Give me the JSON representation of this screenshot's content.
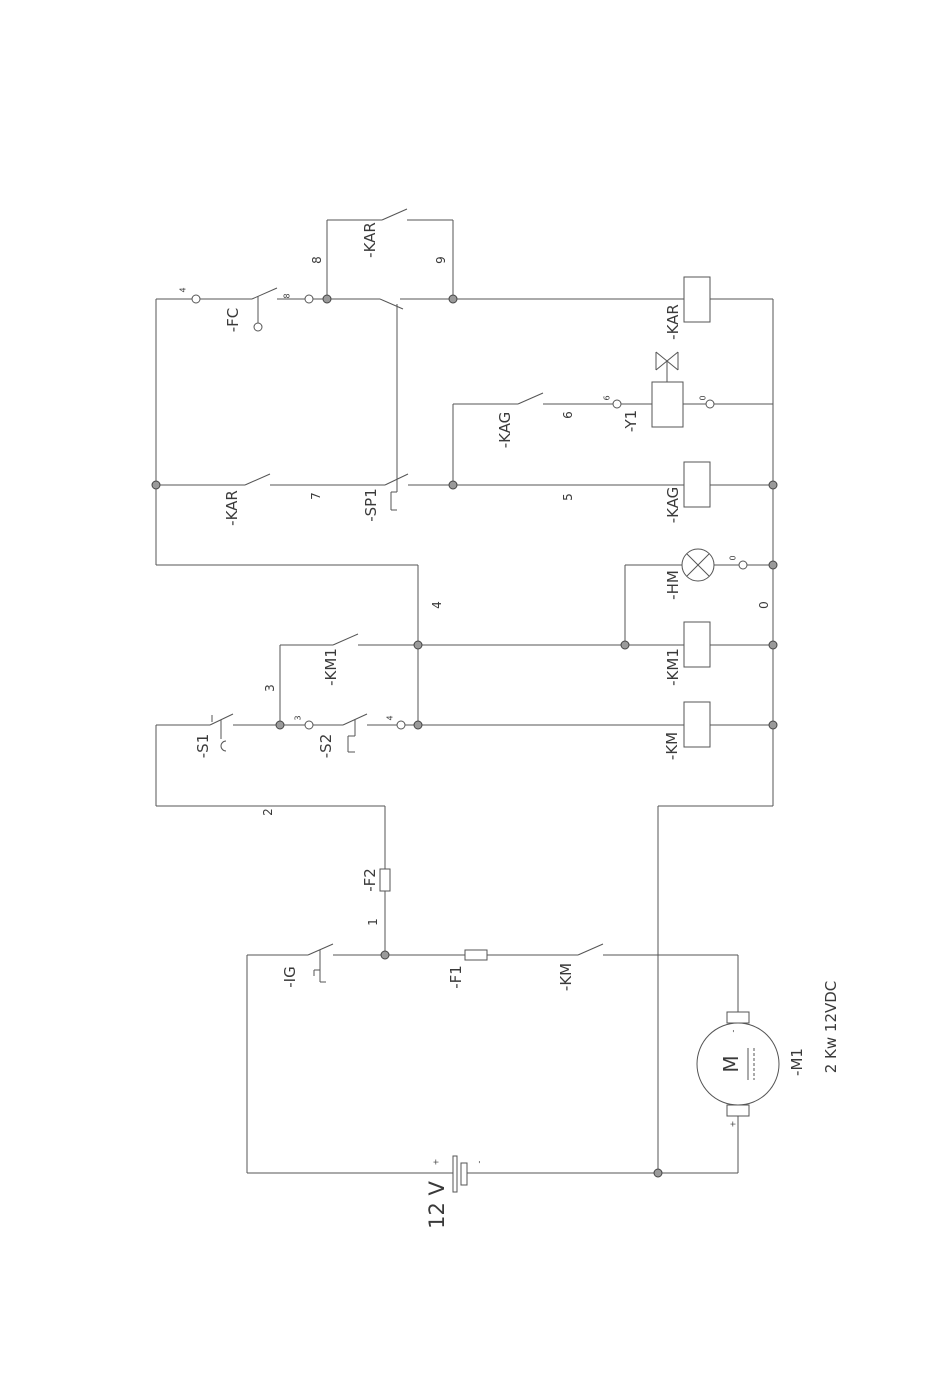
{
  "diagram": {
    "components": {
      "fc": "-FC",
      "kar_hold": "-KAR",
      "kar_coil": "-KAR",
      "kag_contact": "-KAG",
      "y1": "-Y1",
      "kar_contact": "-KAR",
      "sp1": "-SP1",
      "kag_coil": "-KAG",
      "hm": "-HM",
      "km1_contact": "-KM1",
      "km1_coil": "-KM1",
      "s1": "-S1",
      "s2": "-S2",
      "km_coil": "-KM",
      "f2": "-F2",
      "ig": "-IG",
      "f1": "-F1",
      "km_contact": "-KM",
      "m1": "-M1"
    },
    "wire_numbers": {
      "fc_in_4": "4",
      "fc_out_8": "8",
      "hold_in_8": "8",
      "hold_out_9": "9",
      "y1_terminal_6": "6",
      "kag_out_6": "6",
      "y1_terminal_0": "0",
      "kar_out_7": "7",
      "sp1_out_5": "5",
      "hm_terminal_0": "0",
      "bus_4": "4",
      "bus_0": "0",
      "km1_hold_3": "3",
      "s2_in_3": "3",
      "s2_out_4": "4",
      "s1_feed_2": "2",
      "f2_feed_1": "1"
    },
    "motor": {
      "symbol": "M",
      "terminal_minus": "-",
      "terminal_plus": "+",
      "rating": "2 Kw 12VDC"
    },
    "battery": {
      "terminal_plus": "+",
      "terminal_minus": "-",
      "voltage": "12 V"
    }
  },
  "colors": {
    "line": "#555555",
    "text": "#3a3a3a",
    "node": "#9a9a9a"
  }
}
